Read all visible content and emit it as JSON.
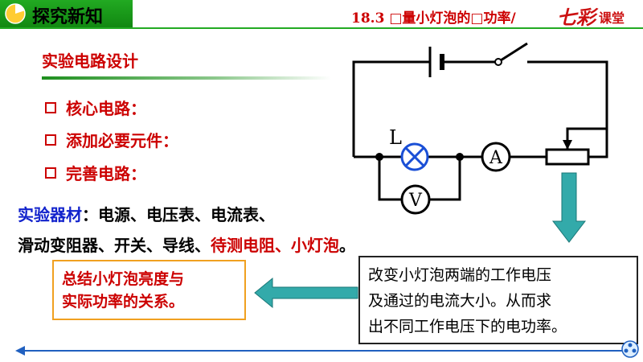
{
  "header": {
    "title": "探究新知"
  },
  "lesson": {
    "title": "18.3 □量小灯泡的□功率/",
    "logo_a": "七彩",
    "logo_b": "课堂"
  },
  "section": {
    "title": "实验电路设计"
  },
  "bullets": [
    "核心电路：",
    "添加必要元件：",
    "完善电路："
  ],
  "materials": {
    "label": "实验器材",
    "line1_rest": "：电源、电压表、电流表、",
    "line2_black": "滑动变阻器、开关、导线、",
    "line2_red": "待测电阻、小灯泡",
    "line2_end": "。"
  },
  "summary": {
    "line1": "总结小灯泡亮度与",
    "line2": "实际功率的关系。"
  },
  "description": {
    "line1": "改变小灯泡两端的工作电压",
    "line2": "及通过的电流大小。从而求",
    "line3": "出不同工作电压下的电功率。"
  },
  "circuit": {
    "lamp_label": "L",
    "ammeter_label": "A",
    "voltmeter_label": "V"
  },
  "colors": {
    "green": "#22aa22",
    "red": "#cc0000",
    "blue": "#1122cc",
    "orange": "#f0a020",
    "teal": "#33aaaa",
    "lamp_blue": "#1a4fd6"
  }
}
